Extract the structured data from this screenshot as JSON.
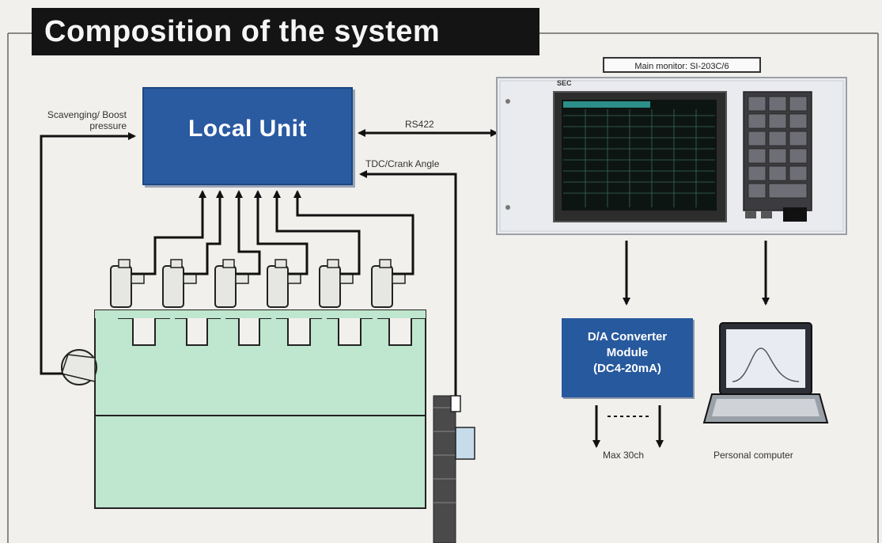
{
  "title": "Composition of the system",
  "main_monitor_label": "Main monitor: SI-203C/6",
  "local_unit_label": "Local Unit",
  "scavenging_label": "Scavenging/ Boost pressure",
  "rs422_label": "RS422",
  "tdc_label": "TDC/Crank Angle",
  "da_converter": {
    "line1": "D/A Converter",
    "line2": "Module",
    "line3": "(DC4-20mA)"
  },
  "max_channels_label": "Max 30ch",
  "personal_computer_label": "Personal computer",
  "monitor_brand": "SEC",
  "colors": {
    "unit_blue": "#2a5aa0",
    "engine_green": "#bfe6cf",
    "background": "#f2f0ec",
    "title_black": "#141414"
  }
}
